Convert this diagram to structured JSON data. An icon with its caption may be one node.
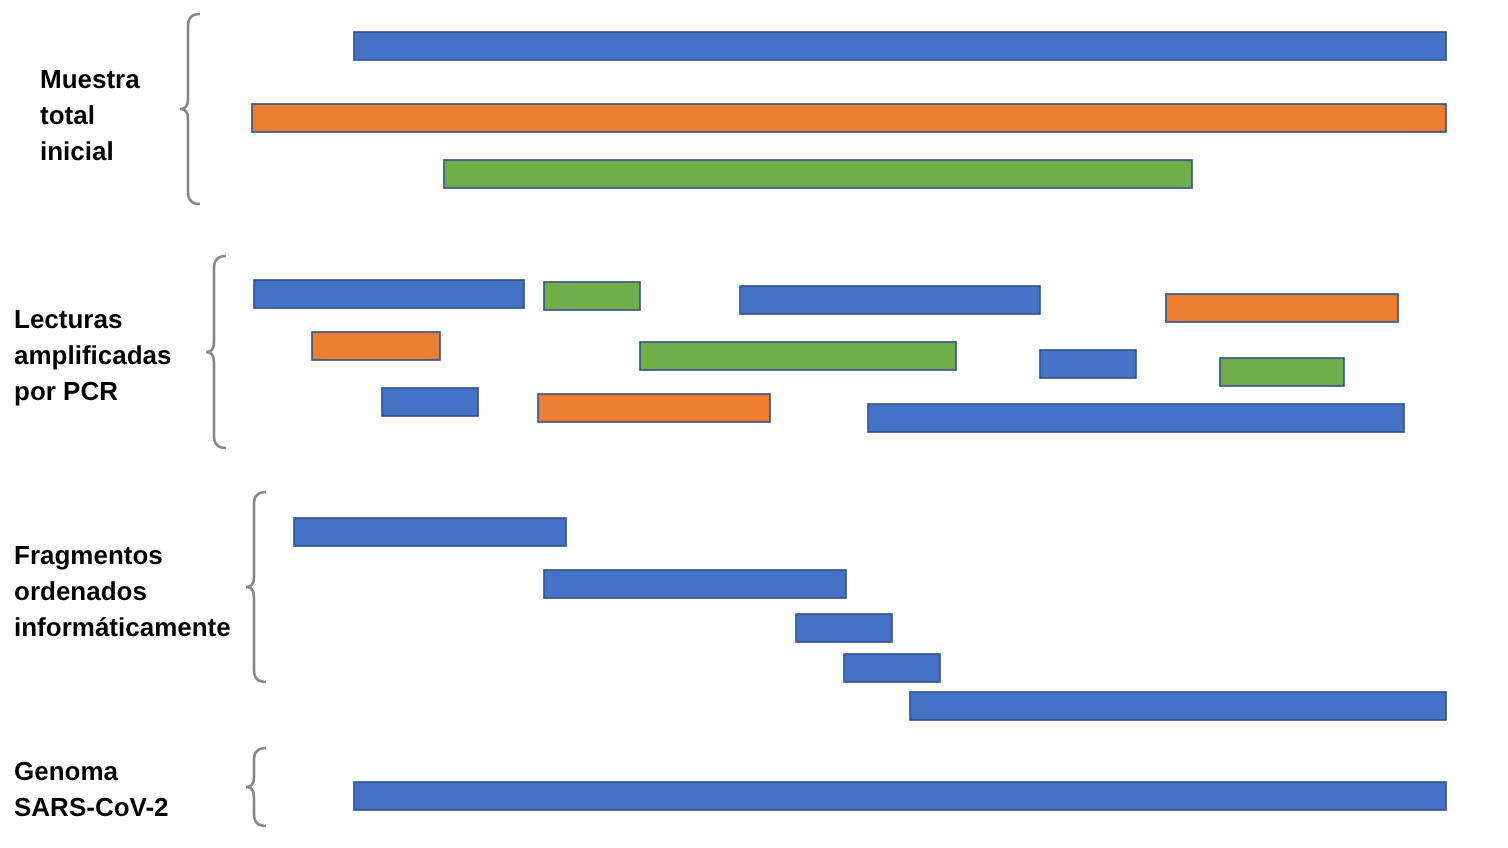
{
  "diagram": {
    "labels": [
      "Muestra total inicial",
      "Lecturas amplificadas por PCR",
      "Fragmentos ordenados informáticamente",
      "Genoma SARS-CoV-2"
    ]
  }
}
